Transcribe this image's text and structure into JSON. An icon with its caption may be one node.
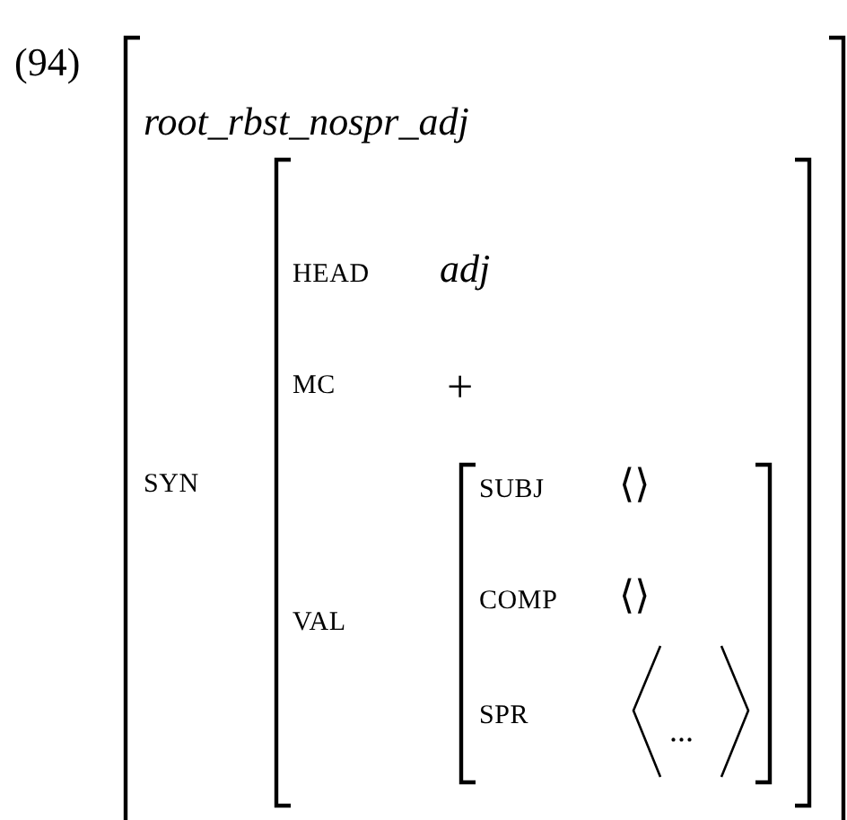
{
  "diagram": {
    "nodes": [
      {
        "text": [
          "root_rbst_nospr_adj",
          "SYN"
        ]
      },
      {
        "text": [
          "HEAD",
          "adj",
          "MC",
          "+",
          "VAL"
        ],
        "in": 0
      },
      {
        "text": [
          "SUBJ",
          "⟨⟩",
          "COMP",
          "⟨⟩",
          "SPR",
          "..."
        ],
        "in": 1
      }
    ],
    "labels": [
      "(94)"
    ]
  }
}
